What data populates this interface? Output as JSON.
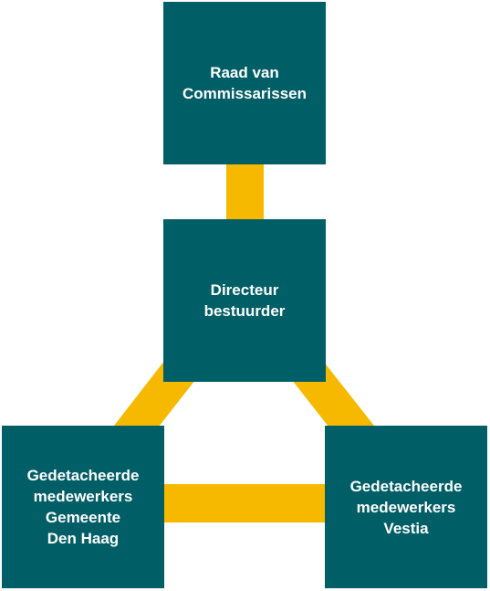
{
  "diagram": {
    "colors": {
      "box": "#005E66",
      "connector": "#F7B900",
      "text": "#FFFFFF"
    },
    "nodes": {
      "raad": {
        "label": "Raad van\nCommissarissen"
      },
      "directeur": {
        "label": "Directeur\nbestuurder"
      },
      "gemeente": {
        "label": "Gedetacheerde\nmedewerkers\nGemeente\nDen Haag"
      },
      "vestia": {
        "label": "Gedetacheerde\nmedewerkers\nVestia"
      }
    }
  }
}
